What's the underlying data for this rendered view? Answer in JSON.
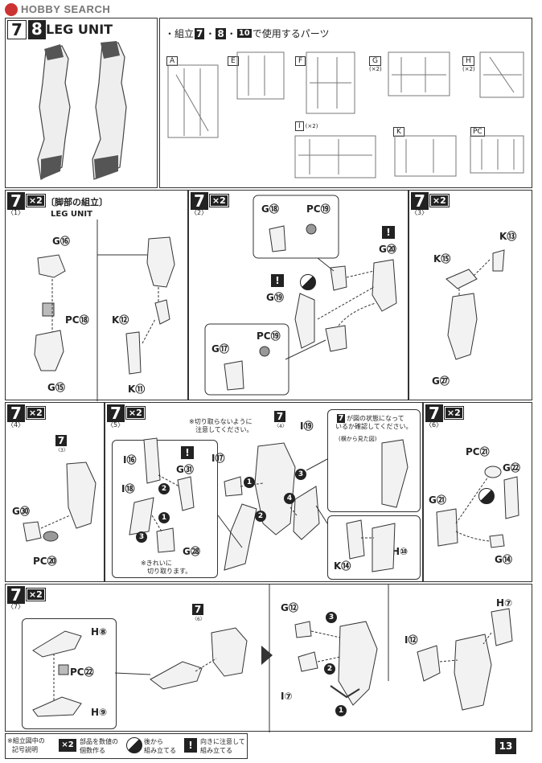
{
  "header": {
    "brand": "HOBBY SEARCH"
  },
  "section": {
    "num_a": "7",
    "num_b": "8",
    "title": "LEG UNIT"
  },
  "parts_note": {
    "prefix": "・組立",
    "n1": "7",
    "sep1": "・",
    "n2": "8",
    "sep2": "・",
    "n3": "10",
    "suffix": "で使用するパーツ"
  },
  "runners": [
    {
      "id": "A",
      "qty": ""
    },
    {
      "id": "E",
      "qty": ""
    },
    {
      "id": "F",
      "qty": ""
    },
    {
      "id": "G",
      "qty": "(×2)"
    },
    {
      "id": "H",
      "qty": "(×2)"
    },
    {
      "id": "I",
      "qty": "(×2)"
    },
    {
      "id": "K",
      "qty": ""
    },
    {
      "id": "PC",
      "qty": ""
    }
  ],
  "steps": {
    "s1": {
      "num": "7",
      "mult": "×2",
      "sub": "〈1〉",
      "title": "〔脚部の組立〕",
      "subtitle": "LEG UNIT",
      "labels": [
        "G⑯",
        "PC⑱",
        "G⑮",
        "K⑫",
        "K⑪"
      ]
    },
    "s2": {
      "num": "7",
      "mult": "×2",
      "sub": "〈2〉",
      "labels": [
        "G⑱",
        "PC⑲",
        "G⑳",
        "G⑲",
        "G⑰",
        "PC⑲"
      ]
    },
    "s3": {
      "num": "7",
      "mult": "×2",
      "sub": "〈3〉",
      "labels": [
        "K⑬",
        "K⑮",
        "G㉗"
      ]
    },
    "s4": {
      "num": "7",
      "mult": "×2",
      "sub": "〈4〉",
      "ref_num": "7",
      "ref_sub": "〈3〉",
      "labels": [
        "G㉚",
        "PC⑳"
      ]
    },
    "s5": {
      "num": "7",
      "mult": "×2",
      "sub": "〈5〉",
      "note1": "※切り取らないように",
      "note2": "注意してください。",
      "note3": "※きれいに",
      "note4": "切り取ります。",
      "ref_num": "7",
      "ref_sub": "〈4〉",
      "check1": "が図の状態になって",
      "check2": "いるか確認してください。",
      "check3": "(横から見た図)",
      "labels": [
        "I⑯",
        "G㉛",
        "I⑱",
        "G㉘",
        "I⑰",
        "I⑲",
        "K⑭",
        "H⑩"
      ],
      "circ": [
        "1",
        "2",
        "3",
        "4"
      ]
    },
    "s6": {
      "num": "7",
      "mult": "×2",
      "sub": "〈6〉",
      "labels": [
        "PC㉑",
        "G㉒",
        "G㉑",
        "G⑭"
      ]
    },
    "s7": {
      "num": "7",
      "mult": "×2",
      "sub": "〈7〉",
      "ref_num": "7",
      "ref_sub": "〈6〉",
      "labels": [
        "H⑧",
        "PC㉒",
        "H⑨",
        "G⑫",
        "I⑦",
        "I⑫",
        "H⑦"
      ],
      "circ": [
        "3",
        "2",
        "1"
      ]
    }
  },
  "legend": {
    "title1": "※組立図中の",
    "title2": "記号説明",
    "x2_a": "部品を数値の",
    "x2_b": "個数作る",
    "round_a": "後から",
    "round_b": "組み立てる",
    "warn_a": "向きに注意して",
    "warn_b": "組み立てる"
  },
  "page_number": "13"
}
